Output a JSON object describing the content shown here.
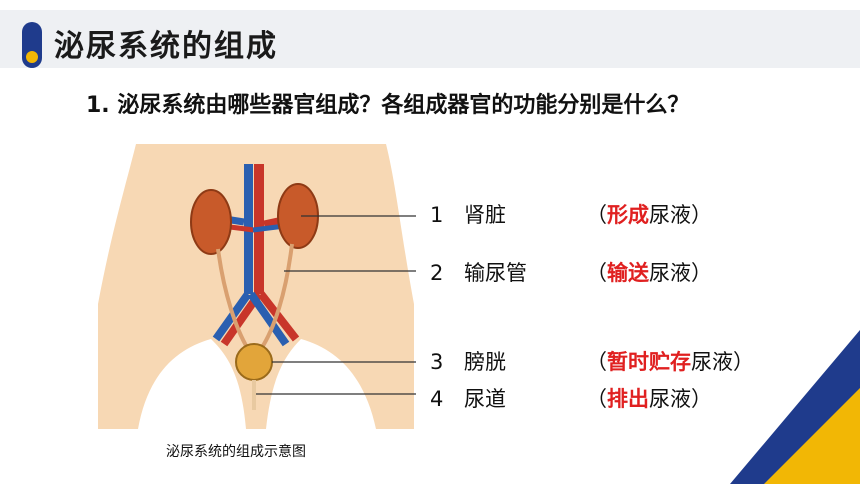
{
  "header": {
    "title": "泌尿系统的组成"
  },
  "question": "1. 泌尿系统由哪些器官组成？各组成器官的功能分别是什么？",
  "figure": {
    "caption": "泌尿系统的组成示意图"
  },
  "organs": [
    {
      "num": "1",
      "name": "肾脏",
      "open": "（",
      "highlight": "形成",
      "rest": "尿液）"
    },
    {
      "num": "2",
      "name": "输尿管",
      "open": "（",
      "highlight": "输送",
      "rest": "尿液）"
    },
    {
      "num": "3",
      "name": "膀胱",
      "open": "（",
      "highlight": "暂时贮存",
      "rest": "尿液）"
    },
    {
      "num": "4",
      "name": "尿道",
      "open": "（",
      "highlight": "排出",
      "rest": "尿液）"
    }
  ],
  "colors": {
    "accent_blue": "#1f3b8c",
    "accent_yellow": "#f2b705",
    "highlight_red": "#e02020",
    "header_bg": "#eef0f3"
  }
}
